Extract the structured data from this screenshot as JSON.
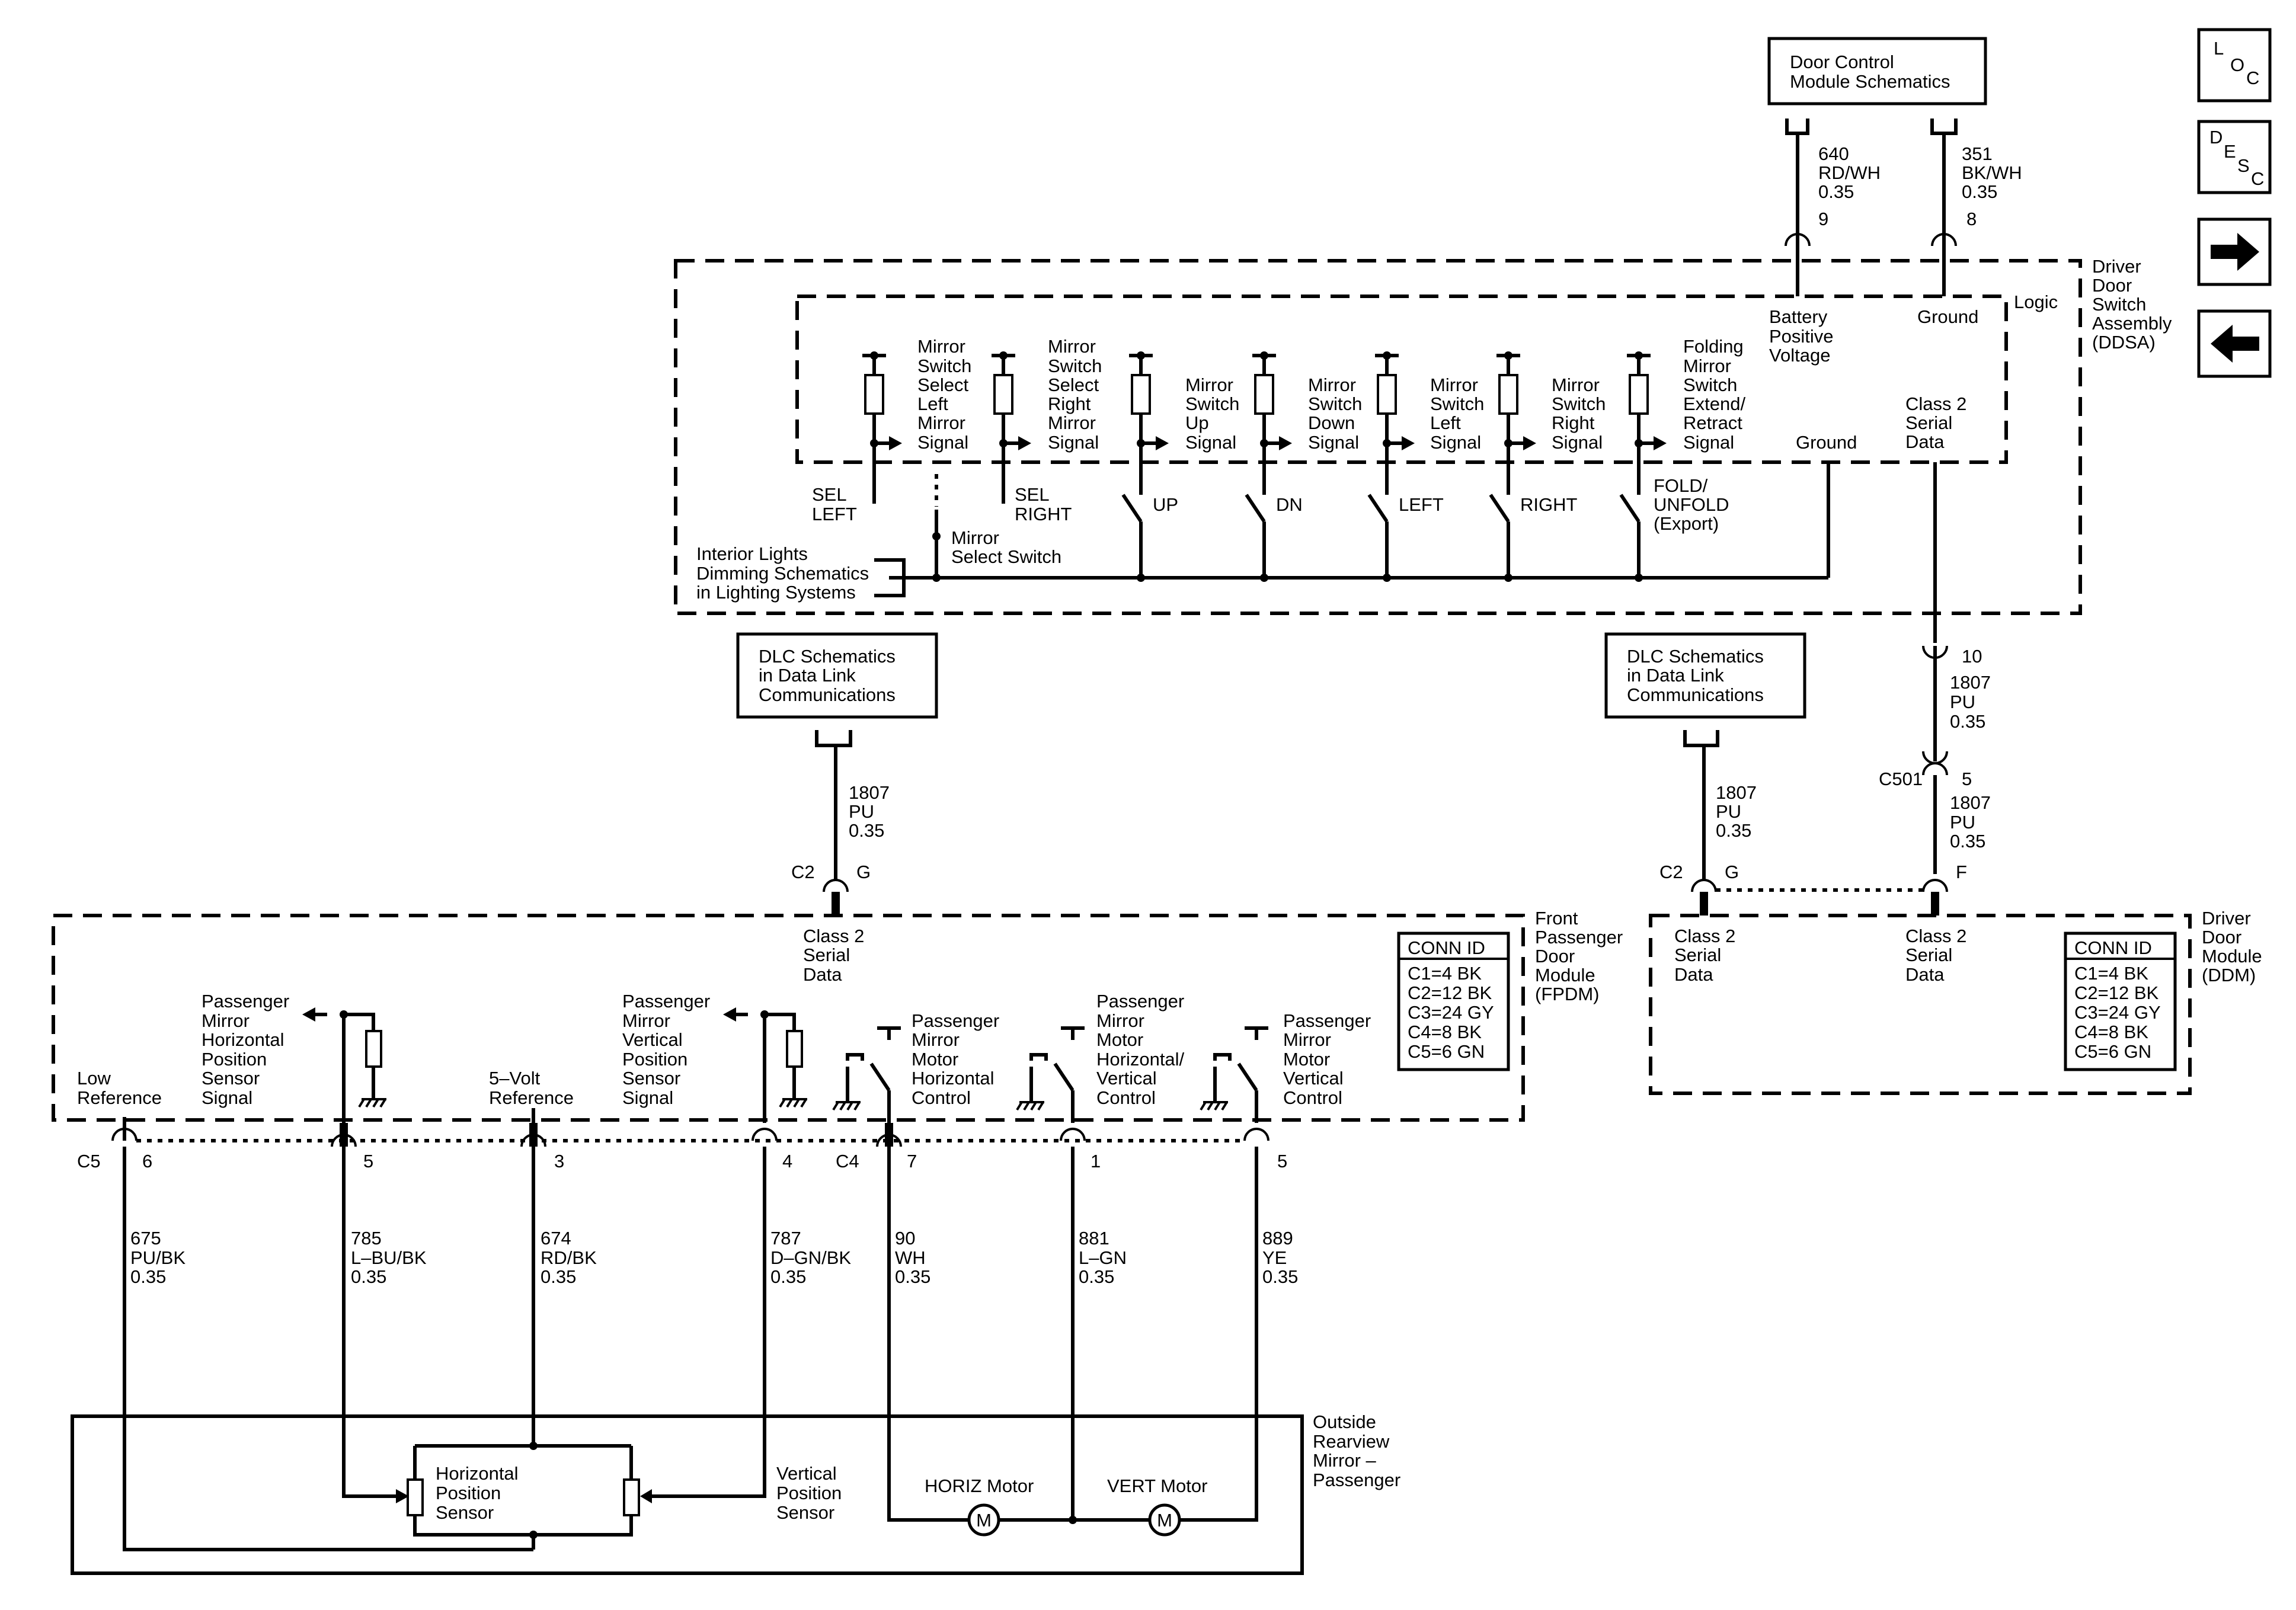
{
  "nav": {
    "loc": {
      "l": "L",
      "o": "O",
      "c": "C"
    },
    "desc": {
      "d": "D",
      "e": "E",
      "s": "S",
      "c": "C"
    },
    "next_icon": "arrow-right-icon",
    "prev_icon": "arrow-left-icon"
  },
  "dcm_box": [
    "Door Control",
    "Module Schematics"
  ],
  "dcm_wires": {
    "left": {
      "circuit": "640",
      "color": "RD/WH",
      "gauge": "0.35",
      "pin": "9"
    },
    "right": {
      "circuit": "351",
      "color": "BK/WH",
      "gauge": "0.35",
      "pin": "8"
    }
  },
  "ddsa": {
    "name": [
      "Driver",
      "Door",
      "Switch",
      "Assembly",
      "(DDSA)"
    ],
    "logic": "Logic",
    "battery": [
      "Battery",
      "Positive",
      "Voltage"
    ],
    "ground_top": "Ground",
    "class2": [
      "Class 2",
      "Serial",
      "Data"
    ],
    "ground_logic": "Ground",
    "signals": [
      [
        "Mirror",
        "Switch",
        "Select",
        "Left",
        "Mirror",
        "Signal"
      ],
      [
        "Mirror",
        "Switch",
        "Select",
        "Right",
        "Mirror",
        "Signal"
      ],
      [
        "Mirror",
        "Switch",
        "Up",
        "Signal"
      ],
      [
        "Mirror",
        "Switch",
        "Down",
        "Signal"
      ],
      [
        "Mirror",
        "Switch",
        "Left",
        "Signal"
      ],
      [
        "Mirror",
        "Switch",
        "Right",
        "Signal"
      ],
      [
        "Folding",
        "Mirror",
        "Switch",
        "Extend/",
        "Retract",
        "Signal"
      ]
    ],
    "switches": [
      [
        "SEL",
        "LEFT"
      ],
      [
        "SEL",
        "RIGHT"
      ],
      [
        "UP"
      ],
      [
        "DN"
      ],
      [
        "LEFT"
      ],
      [
        "RIGHT"
      ],
      [
        "FOLD/",
        "UNFOLD",
        "(Export)"
      ]
    ],
    "mirror_select": [
      "Mirror",
      "Select Switch"
    ],
    "interior": [
      "Interior Lights",
      "Dimming Schematics",
      "in Lighting Systems"
    ],
    "pin_out": "10"
  },
  "dlc_box": [
    "DLC Schematics",
    "in Data Link",
    "Communications"
  ],
  "dlc_wire": {
    "circuit": "1807",
    "color": "PU",
    "gauge": "0.35"
  },
  "ddsa_wire": {
    "circuit": "1807",
    "color": "PU",
    "gauge": "0.35"
  },
  "c501": {
    "name": "C501",
    "pin": "5",
    "circuit": "1807",
    "color": "PU",
    "gauge": "0.35"
  },
  "c2": {
    "name": "C2",
    "pin_g": "G",
    "pin_f": "F"
  },
  "fpdm": {
    "name": [
      "Front",
      "Passenger",
      "Door",
      "Module",
      "(FPDM)"
    ],
    "class2": [
      "Class 2",
      "Serial",
      "Data"
    ],
    "low_ref": [
      "Low",
      "Reference"
    ],
    "five_volt": [
      "5–Volt",
      "Reference"
    ],
    "horiz_sensor": [
      "Passenger",
      "Mirror",
      "Horizontal",
      "Position",
      "Sensor",
      "Signal"
    ],
    "vert_sensor": [
      "Passenger",
      "Mirror",
      "Vertical",
      "Position",
      "Sensor",
      "Signal"
    ],
    "motor_horiz": [
      "Passenger",
      "Mirror",
      "Motor",
      "Horizontal",
      "Control"
    ],
    "motor_hv": [
      "Passenger",
      "Mirror",
      "Motor",
      "Horizontal/",
      "Vertical",
      "Control"
    ],
    "motor_vert": [
      "Passenger",
      "Mirror",
      "Motor",
      "Vertical",
      "Control"
    ]
  },
  "conn_id": {
    "title": "CONN ID",
    "items": [
      "C1=4 BK",
      "C2=12 BK",
      "C3=24 GY",
      "C4=8 BK",
      "C5=6 GN"
    ]
  },
  "ddm": {
    "name": [
      "Driver",
      "Door",
      "Module",
      "(DDM)"
    ],
    "class2": [
      "Class 2",
      "Serial",
      "Data"
    ]
  },
  "bottom": {
    "c5": "C5",
    "c4": "C4",
    "wires": [
      {
        "pin": "6",
        "circuit": "675",
        "color": "PU/BK",
        "gauge": "0.35"
      },
      {
        "pin": "5",
        "circuit": "785",
        "color": "L–BU/BK",
        "gauge": "0.35"
      },
      {
        "pin": "3",
        "circuit": "674",
        "color": "RD/BK",
        "gauge": "0.35"
      },
      {
        "pin": "4",
        "circuit": "787",
        "color": "D–GN/BK",
        "gauge": "0.35"
      },
      {
        "pin": "7",
        "circuit": "90",
        "color": "WH",
        "gauge": "0.35"
      },
      {
        "pin": "1",
        "circuit": "881",
        "color": "L–GN",
        "gauge": "0.35"
      },
      {
        "pin": "5",
        "circuit": "889",
        "color": "YE",
        "gauge": "0.35"
      }
    ]
  },
  "mirror": {
    "name": [
      "Outside",
      "Rearview",
      "Mirror –",
      "Passenger"
    ],
    "horiz_sensor": [
      "Horizontal",
      "Position",
      "Sensor"
    ],
    "vert_sensor": [
      "Vertical",
      "Position",
      "Sensor"
    ],
    "horiz_motor": "HORIZ Motor",
    "vert_motor": "VERT Motor",
    "motor_symbol": "M"
  }
}
